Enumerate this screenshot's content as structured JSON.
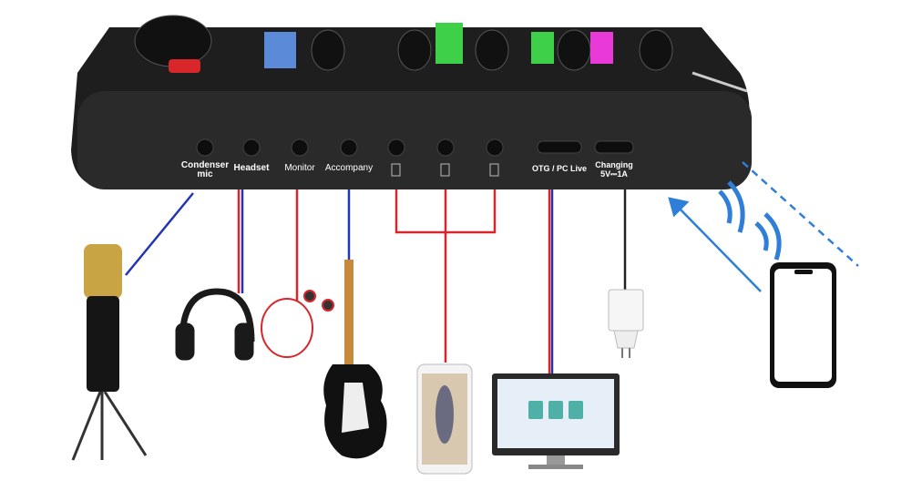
{
  "ports": [
    {
      "label": "Condenser mic",
      "line1": "Condenser",
      "line2": "mic"
    },
    {
      "label": "Headset"
    },
    {
      "label": "Monitor"
    },
    {
      "label": "Accompany"
    },
    {
      "label": "",
      "icon": "tablet-icon"
    },
    {
      "label": "",
      "icon": "phone-icon"
    },
    {
      "label": "",
      "icon": "phone-icon"
    },
    {
      "label": "OTG / PC Live"
    },
    {
      "label": "Changing 5V⎓1A",
      "line1": "Changing",
      "line2": "5V⎓1A"
    }
  ],
  "colors": {
    "red_cable": "#d8262b",
    "blue_cable": "#2236b5",
    "body": "#232323",
    "wireless": "#2f7fd8"
  }
}
